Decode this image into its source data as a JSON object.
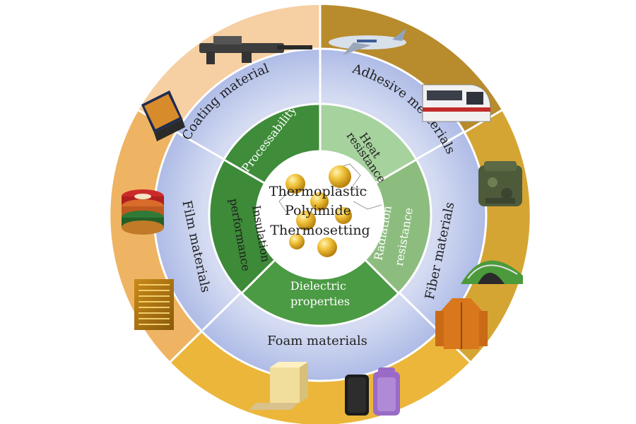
{
  "center": {
    "lines": [
      "Thermoplastic",
      "Polyimide",
      "Thermosetting"
    ]
  },
  "properties": [
    {
      "label": "Processability"
    },
    {
      "label": "Heat resistance"
    },
    {
      "label": "Radiation resistance"
    },
    {
      "label": "Dielectric properties"
    },
    {
      "label": "Insulation performance"
    }
  ],
  "materials": [
    {
      "label": "Coating material"
    },
    {
      "label": "Adhesive meaterials"
    },
    {
      "label": "Fiber materials"
    },
    {
      "label": "Foam materials"
    },
    {
      "label": "Film materials"
    }
  ],
  "colors": {
    "outer_coating": "#f6cfa2",
    "outer_adhesive": "#b88b2c",
    "outer_fiber": "#d5a534",
    "outer_foam": "#ecb63b",
    "outer_film": "#eeb463",
    "materials_ring": "#b9c5e8",
    "property_dark": "#3f8c3a",
    "property_light": "#9fcd98",
    "property_mid": "#8cbd7f",
    "center": "#ffffff",
    "sphere": "#e8b020"
  },
  "icons": [
    "rifle-icon",
    "tablet-icon",
    "airplane-icon",
    "train-icon",
    "backpack-icon",
    "tent-icon",
    "jacket-icon",
    "foam-block-icon",
    "phone-case-icon",
    "tape-rolls-icon",
    "film-circuit-icon"
  ]
}
